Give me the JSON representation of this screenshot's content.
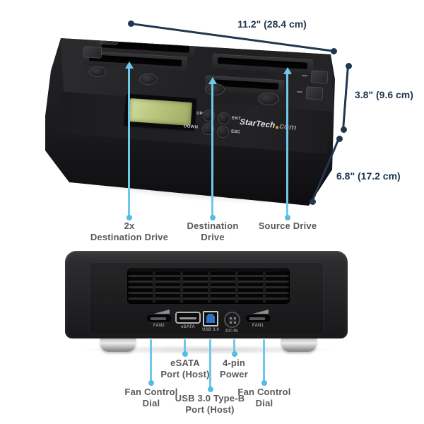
{
  "colors": {
    "background": "#FFFFFF",
    "accent_cyan": "#6FC8EB",
    "dimension_navy": "#21374D",
    "label_gray": "#58595B",
    "logo_orange": "#F2A31B",
    "usb_blue": "#2F72C4",
    "lcd_green": "#B8C57D"
  },
  "top_view": {
    "dimensions": {
      "width": "11.2\" (28.4 cm)",
      "height": "3.8\" (9.6 cm)",
      "depth": "6.8\" (17.2 cm)"
    },
    "device": {
      "logo": {
        "part1": "StarTech",
        "part2": "com"
      },
      "panel_buttons": {
        "up": "UP",
        "down": "DOWN",
        "ent": "ENT",
        "esc": "ESC"
      }
    },
    "callouts": [
      {
        "line1": "2x",
        "line2": "Destination Drive"
      },
      {
        "line1": "Destination",
        "line2": "Drive"
      },
      {
        "line1": "Source Drive",
        "line2": ""
      }
    ]
  },
  "rear_view": {
    "port_labels": {
      "fan2": "FAN2",
      "esata": "eSATA",
      "usb": "USB 3.0",
      "dcin": "DC-IN",
      "fan1": "FAN1"
    },
    "callouts": [
      {
        "line1": "Fan Control",
        "line2": "Dial"
      },
      {
        "line1": "eSATA",
        "line2": "Port (Host)"
      },
      {
        "line1": "USB 3.0 Type-B",
        "line2": "Port (Host)"
      },
      {
        "line1": "4-pin",
        "line2": "Power"
      },
      {
        "line1": "Fan Control",
        "line2": "Dial"
      }
    ]
  }
}
